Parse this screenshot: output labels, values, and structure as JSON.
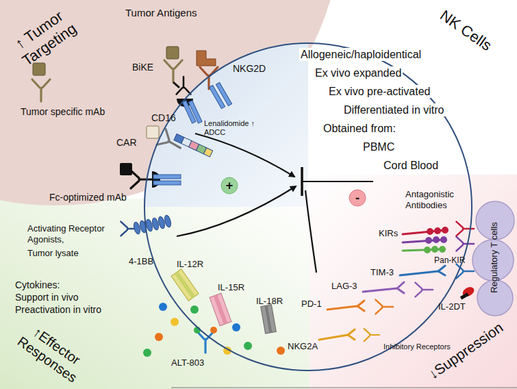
{
  "diagram": {
    "nodes": [
      {
        "text": [
          "Allogeneic/haploidentical",
          "Ex vivo expanded",
          "Ex vivo pre-activated",
          "Differentiated in vitro",
          "Obtained from:",
          "PBMC",
          "Cord Blood"
        ]
      },
      {
        "text": [
          "Regulatory T cells"
        ]
      }
    ],
    "labels": [
      "↑ Tumor Targeting",
      "Tumor Antigens",
      "BiKE",
      "NKG2D",
      "CD16",
      "Lenalidomide ↑ ADCC",
      "Tumor specific mAb",
      "CAR",
      "Fc-optimized mAb",
      "NK Cells",
      "Antagonistic Antibodies",
      "KIRs",
      "Pan-KIR",
      "TIM-3",
      "LAG-3",
      "PD-1",
      "NKG2A",
      "Inhibitory Receptors",
      "IL-2DT",
      "↓Suppression",
      "Activating Receptor Agonists,",
      "Tumor lysate",
      "4-1BB",
      "IL-12R",
      "IL-15R",
      "IL-18R",
      "Cytokines:",
      "Support in vivo",
      "Preactivation in vitro",
      "ALT-803",
      "↑Effector Responses",
      "+",
      "-"
    ]
  }
}
